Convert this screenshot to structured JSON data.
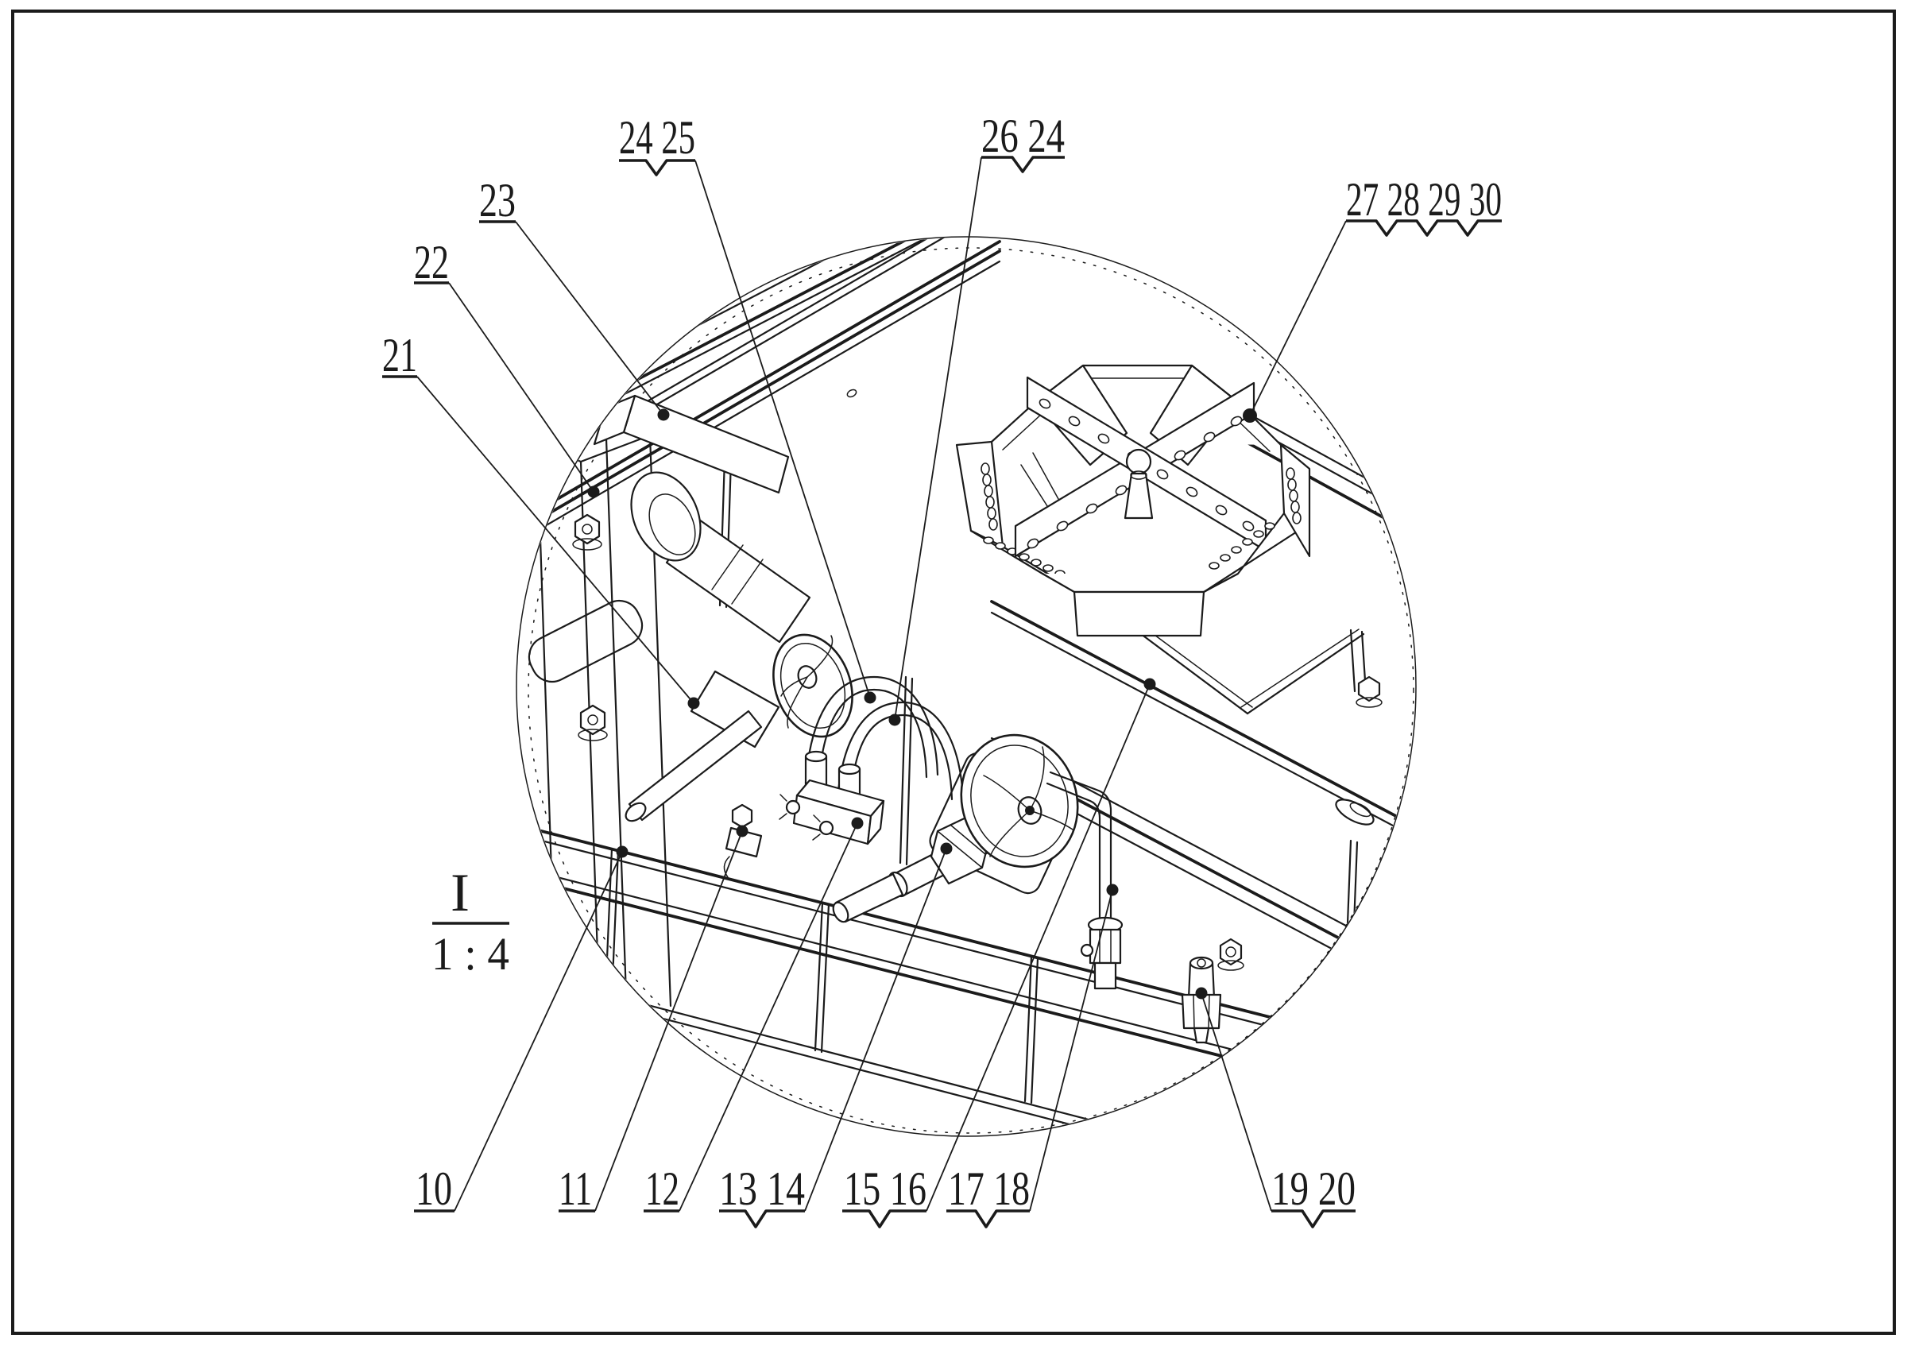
{
  "figure": {
    "type": "patent-style mechanical detail drawing",
    "colors": {
      "ink": "#1b1b1b",
      "paper": "#ffffff"
    },
    "detail_view": {
      "label": "I",
      "scale": "1 : 4"
    },
    "callouts": [
      {
        "id": "10",
        "text": "10"
      },
      {
        "id": "11",
        "text": "11"
      },
      {
        "id": "12",
        "text": "12"
      },
      {
        "id": "13-14",
        "text": "13 14"
      },
      {
        "id": "15-16",
        "text": "15 16"
      },
      {
        "id": "17-18",
        "text": "17 18"
      },
      {
        "id": "19-20",
        "text": "19 20"
      },
      {
        "id": "21",
        "text": "21"
      },
      {
        "id": "22",
        "text": "22"
      },
      {
        "id": "23",
        "text": "23"
      },
      {
        "id": "24-25",
        "text": "24 25"
      },
      {
        "id": "26-24",
        "text": "26 24"
      },
      {
        "id": "27-28-29-30",
        "text": "27 28 29 30"
      }
    ]
  }
}
